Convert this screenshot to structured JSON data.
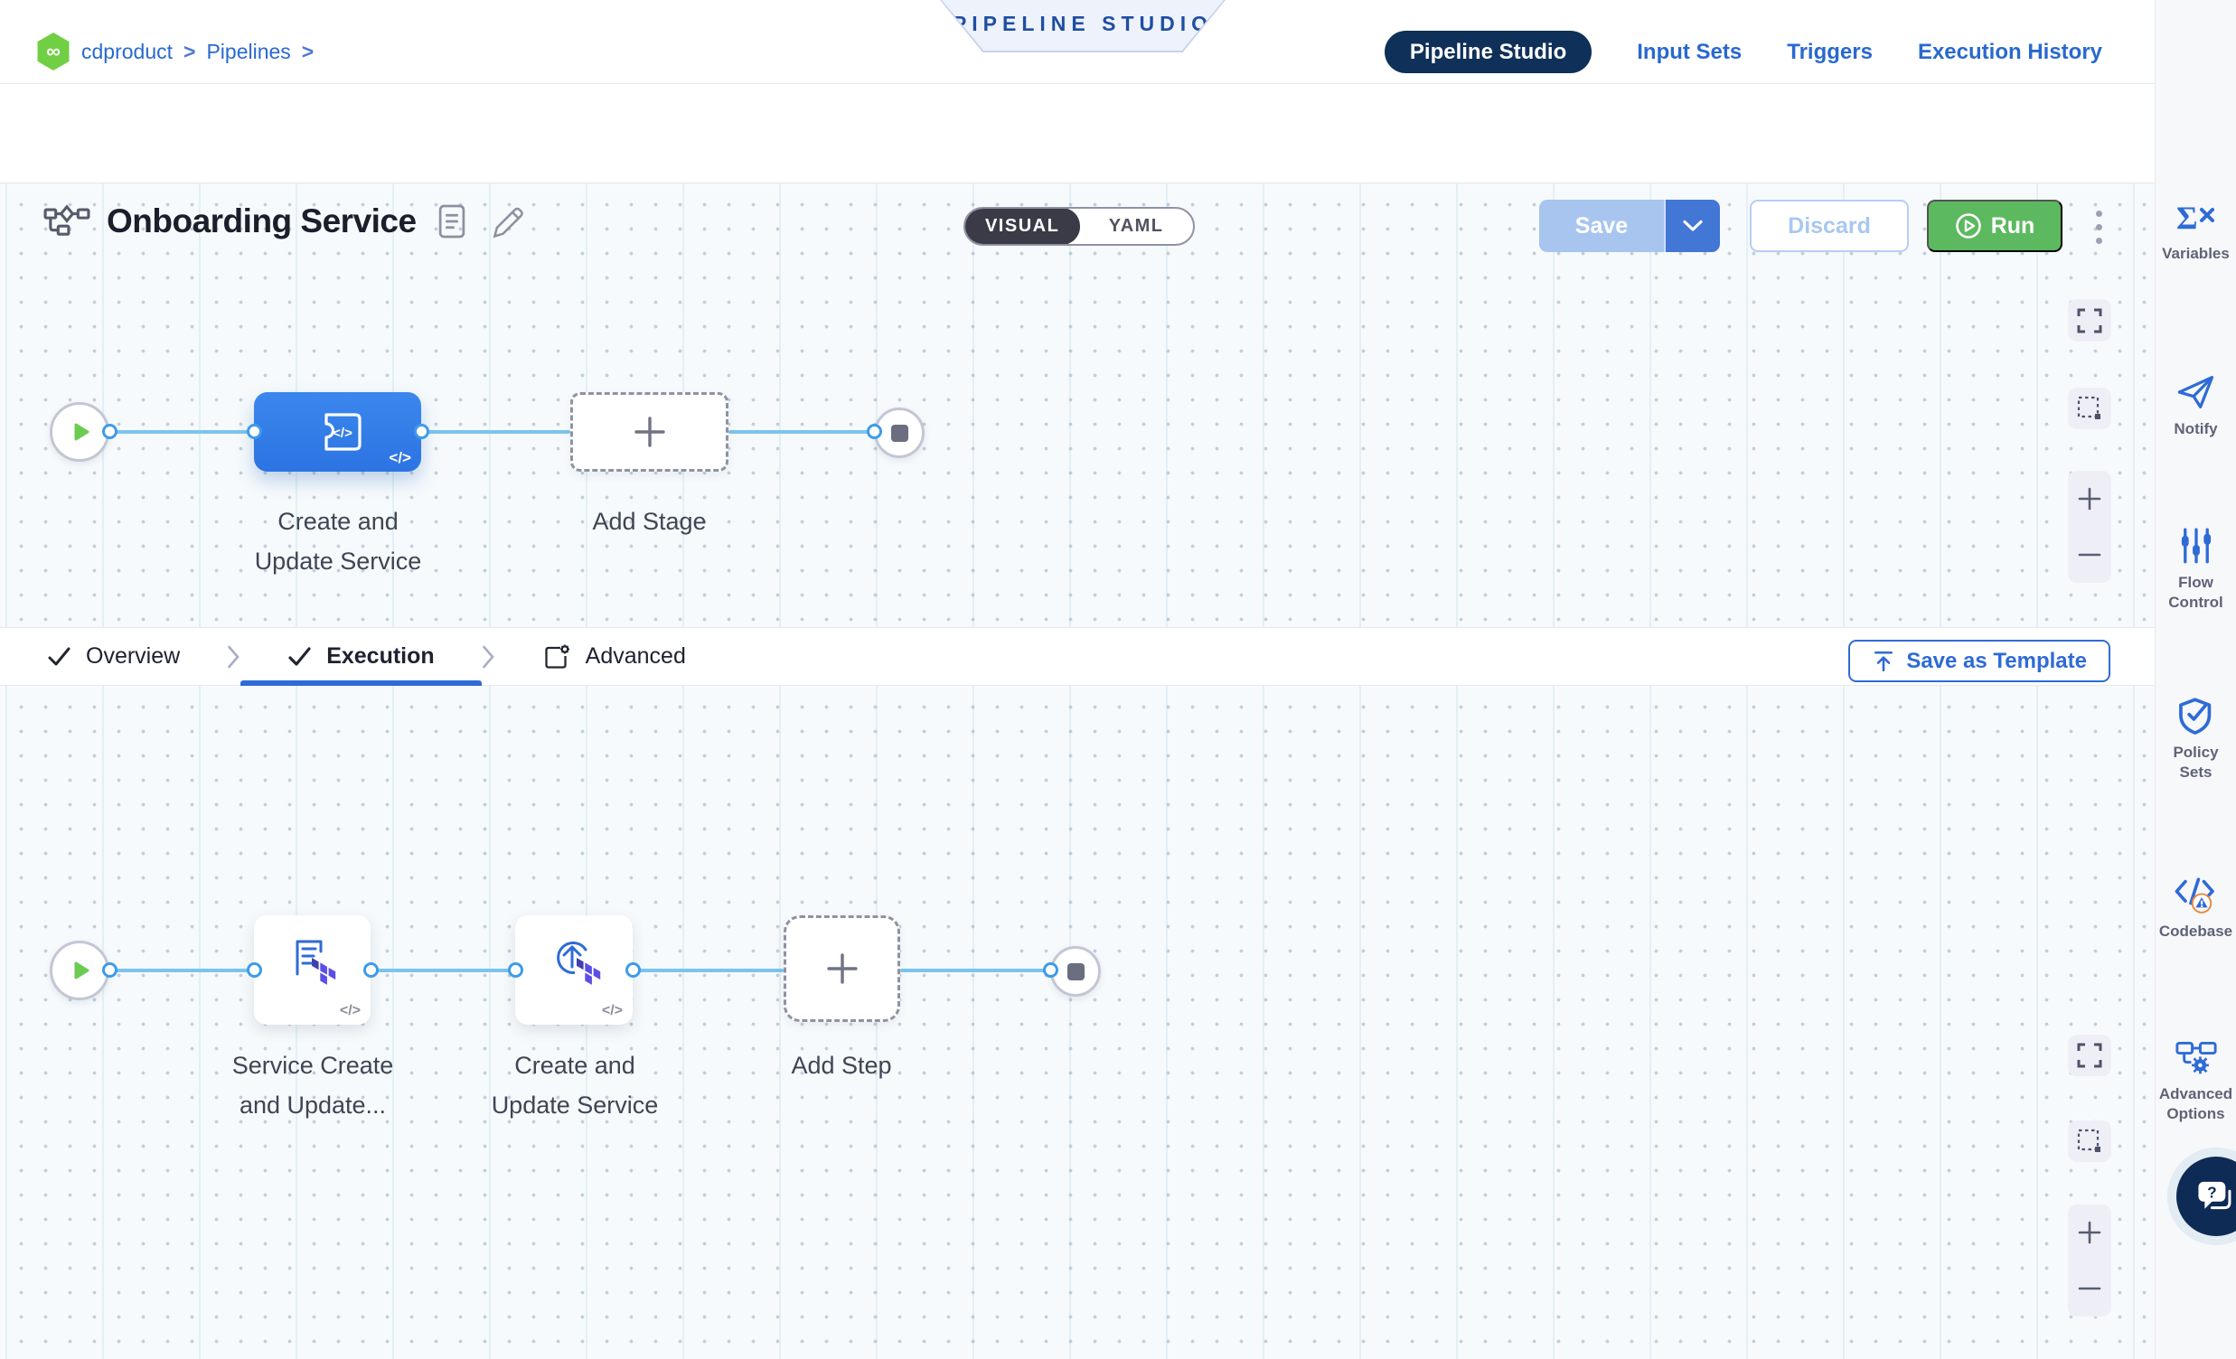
{
  "breadcrumb": {
    "project": "cdproduct",
    "separator": ">",
    "section": "Pipelines"
  },
  "banner": {
    "label": "PIPELINE STUDIO"
  },
  "top_nav": {
    "items": [
      {
        "label": "Pipeline Studio",
        "active": true
      },
      {
        "label": "Input Sets",
        "active": false
      },
      {
        "label": "Triggers",
        "active": false
      },
      {
        "label": "Execution History",
        "active": false
      }
    ]
  },
  "pipeline_header": {
    "title": "Onboarding Service",
    "view_toggle": {
      "visual": "VISUAL",
      "yaml": "YAML",
      "selected": "VISUAL"
    },
    "actions": {
      "save": "Save",
      "discard": "Discard",
      "run": "Run"
    }
  },
  "stage_canvas": {
    "stage": {
      "label_line1": "Create and",
      "label_line2": "Update Service",
      "code_badge": "</>"
    },
    "add_stage": {
      "label": "Add Stage"
    }
  },
  "stage_tabs": {
    "overview": {
      "label": "Overview"
    },
    "execution": {
      "label": "Execution"
    },
    "advanced": {
      "label": "Advanced"
    },
    "save_as_template": {
      "label": "Save as Template"
    }
  },
  "step_canvas": {
    "step1": {
      "label_line1": "Service Create",
      "label_line2": "and Update...",
      "code_badge": "</>"
    },
    "step2": {
      "label_line1": "Create and",
      "label_line2": "Update Service",
      "code_badge": "</>"
    },
    "add_step": {
      "label": "Add Step"
    }
  },
  "right_sidebar": {
    "items": [
      {
        "label": "Variables"
      },
      {
        "label": "Notify"
      },
      {
        "label": "Flow Control"
      },
      {
        "label": "Policy Sets"
      },
      {
        "label": "Codebase"
      },
      {
        "label": "Advanced Options"
      }
    ]
  },
  "colors": {
    "primary_blue": "#2F6BD6",
    "navy_pill": "#0F3058",
    "run_green": "#5CB95F",
    "stage_blue": "#2F7FE9",
    "connector_blue": "#7CC4EE",
    "canvas_bg": "#F6FAFC"
  }
}
